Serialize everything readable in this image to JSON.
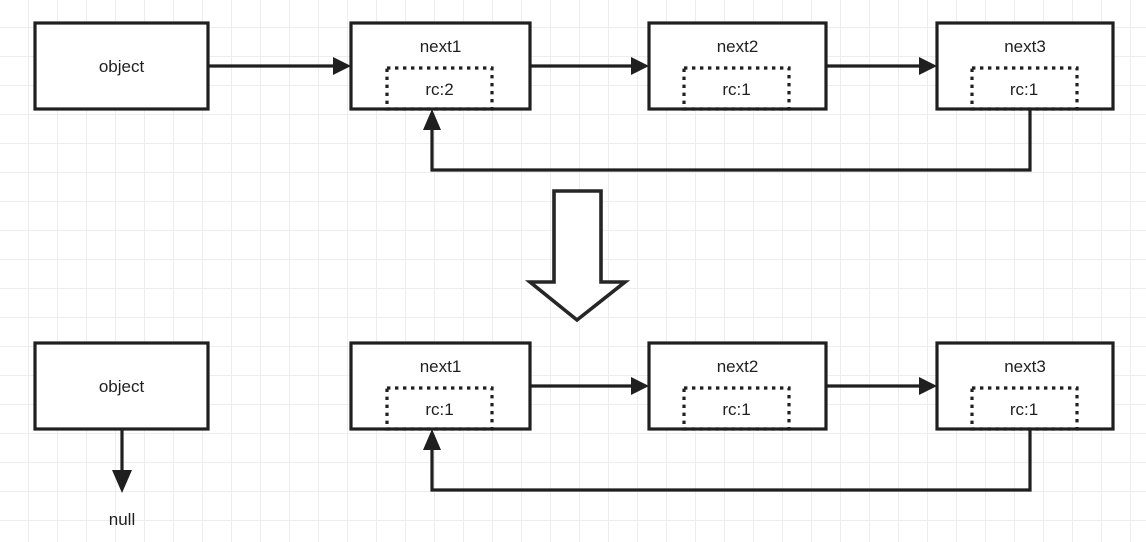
{
  "diagram": {
    "title": "reference counting linked list before and after release",
    "colors": {
      "background": "#ffffff",
      "grid_minor": "#ededed",
      "grid_major": "#e4e4e4",
      "stroke": "#1f1f1f",
      "node_fill": "#ffffff"
    },
    "states": [
      {
        "id": "before",
        "nodes": [
          {
            "id": "object-top",
            "label": "object",
            "rc": null
          },
          {
            "id": "next1-top",
            "label": "next1",
            "rc": "rc:2"
          },
          {
            "id": "next2-top",
            "label": "next2",
            "rc": "rc:1"
          },
          {
            "id": "next3-top",
            "label": "next3",
            "rc": "rc:1"
          }
        ],
        "edges": [
          {
            "from": "object-top",
            "to": "next1-top",
            "kind": "straight"
          },
          {
            "from": "next1-top",
            "to": "next2-top",
            "kind": "straight"
          },
          {
            "from": "next2-top",
            "to": "next3-top",
            "kind": "straight"
          },
          {
            "from": "next3-top",
            "to": "next1-top",
            "kind": "loop-back"
          }
        ]
      },
      {
        "id": "after",
        "nodes": [
          {
            "id": "object-bottom",
            "label": "object",
            "rc": null
          },
          {
            "id": "next1-bottom",
            "label": "next1",
            "rc": "rc:1"
          },
          {
            "id": "next2-bottom",
            "label": "next2",
            "rc": "rc:1"
          },
          {
            "id": "next3-bottom",
            "label": "next3",
            "rc": "rc:1"
          }
        ],
        "edges": [
          {
            "from": "object-bottom",
            "to": "null",
            "kind": "down-to-null"
          },
          {
            "from": "next1-bottom",
            "to": "next2-bottom",
            "kind": "straight"
          },
          {
            "from": "next2-bottom",
            "to": "next3-bottom",
            "kind": "straight"
          },
          {
            "from": "next3-bottom",
            "to": "next1-bottom",
            "kind": "loop-back"
          }
        ],
        "null_label": "null"
      }
    ],
    "transition": {
      "icon": "down-block-arrow"
    }
  }
}
